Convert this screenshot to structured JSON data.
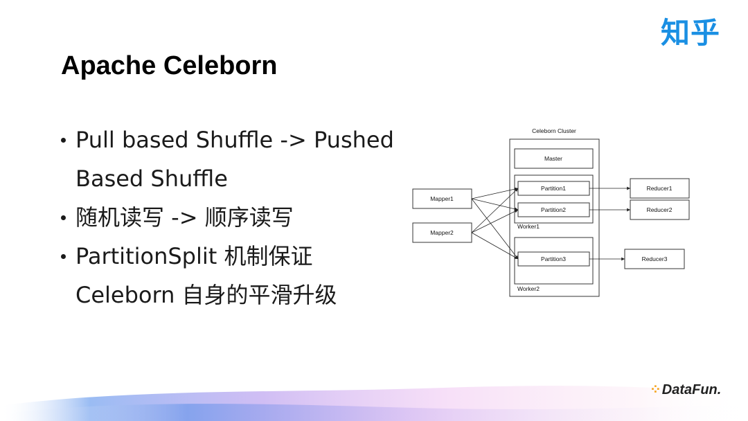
{
  "brand": {
    "zhihu": "知乎",
    "datafun": "DataFun."
  },
  "slide": {
    "title": "Apache Celeborn",
    "bullets": [
      {
        "lines": [
          "Pull based Shuffle -> Pushed",
          "Based Shuffle"
        ]
      },
      {
        "lines": [
          "随机读写 -> 顺序读写"
        ]
      },
      {
        "lines": [
          "PartitionSplit 机制保证",
          "Celeborn 自身的平滑升级"
        ]
      }
    ]
  },
  "diagram": {
    "cluster_label": "Celeborn Cluster",
    "master": "Master",
    "worker1": "Worker1",
    "worker2": "Worker2",
    "mappers": [
      "Mapper1",
      "Mapper2"
    ],
    "partitions": [
      "Partition1",
      "Partition2",
      "Partition3"
    ],
    "reducers": [
      "Reducer1",
      "Reducer2",
      "Reducer3"
    ]
  },
  "colors": {
    "zhihu_blue": "#1a8fe3",
    "datafun_orange": "#f5a623"
  }
}
